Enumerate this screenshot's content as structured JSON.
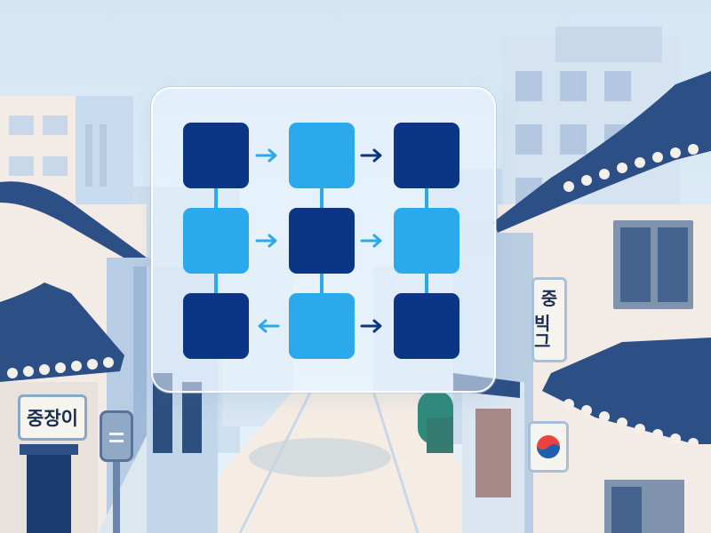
{
  "signs": {
    "left_sign_text": "중장이",
    "right_sign_lines": [
      "중",
      "빅그"
    ]
  },
  "icons": {
    "street_sign": "equals-sign-icon",
    "flag_badge": "taegeuk-icon",
    "flow_arrows": "arrow-icon"
  },
  "colors": {
    "node_dark": "#0b3585",
    "node_light": "#2aa9ec",
    "sky": "#dcebf6",
    "roof": "#2c4f86"
  },
  "grid": {
    "rows": [
      [
        "dark",
        "light",
        "dark"
      ],
      [
        "light",
        "dark",
        "light"
      ],
      [
        "dark",
        "light",
        "dark"
      ]
    ]
  }
}
